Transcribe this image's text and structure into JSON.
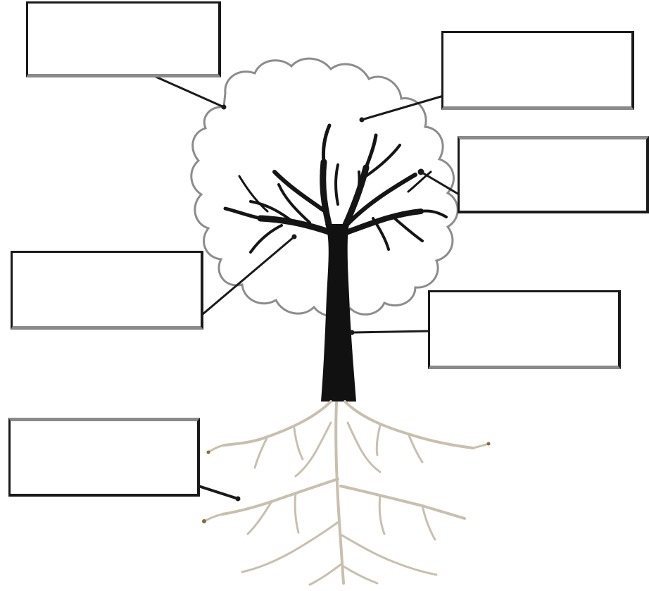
{
  "diagram": {
    "subject": "tree-parts-labeling-worksheet",
    "colors": {
      "trunk": "#111111",
      "branches": "#151515",
      "crown_outline": "#8c8c8c",
      "roots": "#c9bfae",
      "root_tips": "#8a6a3a",
      "box_border": "#1a1a1a",
      "box_shadow": "#8a8a8a"
    },
    "label_boxes": [
      {
        "id": "leaves",
        "text": ""
      },
      {
        "id": "crown",
        "text": ""
      },
      {
        "id": "twig",
        "text": ""
      },
      {
        "id": "branch",
        "text": ""
      },
      {
        "id": "trunk",
        "text": ""
      },
      {
        "id": "roots",
        "text": ""
      }
    ]
  }
}
